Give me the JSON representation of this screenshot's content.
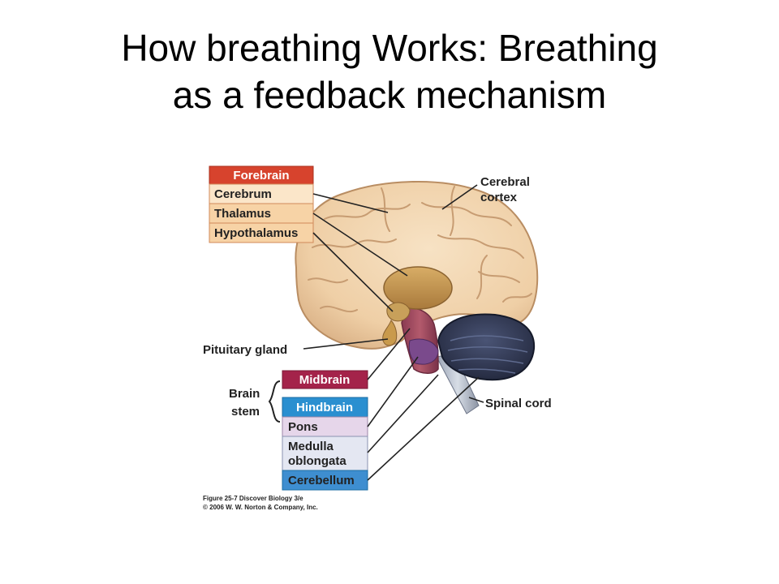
{
  "title": {
    "line1": "How breathing Works: Breathing",
    "line2": "as a feedback mechanism"
  },
  "diagram": {
    "forebrain_header": "Forebrain",
    "cerebrum": "Cerebrum",
    "thalamus": "Thalamus",
    "hypothalamus": "Hypothalamus",
    "cerebral_cortex_line1": "Cerebral",
    "cerebral_cortex_line2": "cortex",
    "pituitary_gland": "Pituitary gland",
    "midbrain_header": "Midbrain",
    "brain_stem_line1": "Brain",
    "brain_stem_line2": "stem",
    "hindbrain_header": "Hindbrain",
    "pons": "Pons",
    "medulla_line1": "Medulla",
    "medulla_line2": "oblongata",
    "cerebellum": "Cerebellum",
    "spinal_cord": "Spinal cord",
    "credit_line1": "Figure 25-7  Discover Biology 3/e",
    "credit_line2": "© 2006 W. W. Norton & Company, Inc."
  },
  "colors": {
    "forebrain_header": "#d7432d",
    "forebrain_box": "#f7d3a6",
    "forebrain_box_light": "#fbe6c9",
    "midbrain_header": "#a4234a",
    "hindbrain_header": "#2a8fd0",
    "pons_box": "#e6d6ea",
    "medulla_box": "#e4e7f2",
    "cerebellum_box": "#3e8ed0",
    "cerebrum": "#f2d7b4",
    "cerebellum_tissue": "#2e3550",
    "thalamus_tissue": "#c89a55"
  }
}
